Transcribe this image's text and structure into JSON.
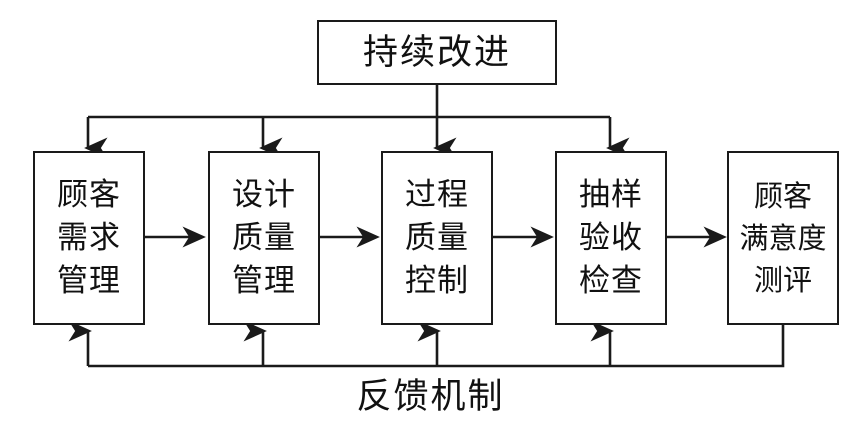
{
  "diagram": {
    "title_node": {
      "id": "continuous-improvement",
      "lines": [
        "持续改进"
      ]
    },
    "stages": [
      {
        "id": "customer-requirement-management",
        "lines": [
          "顾客",
          "需求",
          "管理"
        ]
      },
      {
        "id": "design-quality-management",
        "lines": [
          "设计",
          "质量",
          "管理"
        ]
      },
      {
        "id": "process-quality-control",
        "lines": [
          "过程",
          "质量",
          "控制"
        ]
      },
      {
        "id": "sampling-acceptance-inspection",
        "lines": [
          "抽样",
          "验收",
          "检查"
        ]
      },
      {
        "id": "customer-satisfaction-evaluation",
        "lines": [
          "顾客",
          "满意度",
          "测评"
        ]
      }
    ],
    "feedback_label": "反馈机制",
    "colors": {
      "stroke": "#1a1a1a",
      "text": "#111111",
      "background": "#ffffff"
    }
  }
}
